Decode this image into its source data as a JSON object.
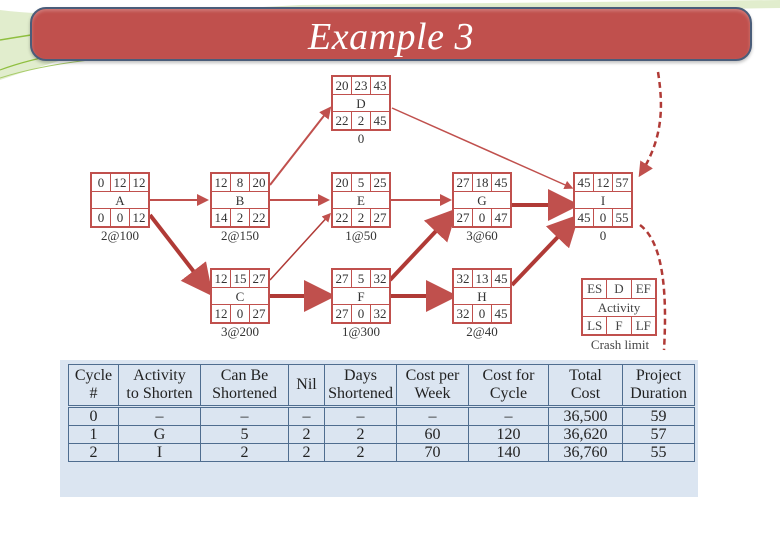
{
  "title": "Example 3",
  "nodes": [
    {
      "id": "A",
      "es": "0",
      "d": "12",
      "ef": "12",
      "ls": "0",
      "f": "0",
      "lf": "12",
      "label": "2@100"
    },
    {
      "id": "B",
      "es": "12",
      "d": "8",
      "ef": "20",
      "ls": "14",
      "f": "2",
      "lf": "22",
      "label": "2@150"
    },
    {
      "id": "C",
      "es": "12",
      "d": "15",
      "ef": "27",
      "ls": "12",
      "f": "0",
      "lf": "27",
      "label": "3@200"
    },
    {
      "id": "D",
      "es": "20",
      "d": "23",
      "ef": "43",
      "ls": "22",
      "f": "2",
      "lf": "45",
      "label": "0"
    },
    {
      "id": "E",
      "es": "20",
      "d": "5",
      "ef": "25",
      "ls": "22",
      "f": "2",
      "lf": "27",
      "label": "1@50"
    },
    {
      "id": "F",
      "es": "27",
      "d": "5",
      "ef": "32",
      "ls": "27",
      "f": "0",
      "lf": "32",
      "label": "1@300"
    },
    {
      "id": "G",
      "es": "27",
      "d": "18",
      "ef": "45",
      "ls": "27",
      "f": "0",
      "lf": "47",
      "label": "3@60"
    },
    {
      "id": "H",
      "es": "32",
      "d": "13",
      "ef": "45",
      "ls": "32",
      "f": "0",
      "lf": "45",
      "label": "2@40"
    },
    {
      "id": "I",
      "es": "45",
      "d": "12",
      "ef": "57",
      "ls": "45",
      "f": "0",
      "lf": "55",
      "label": "0"
    }
  ],
  "legend": {
    "es": "ES",
    "d": "D",
    "ef": "EF",
    "activity": "Activity",
    "ls": "LS",
    "f": "F",
    "lf": "LF",
    "caption": "Crash limit"
  },
  "table": {
    "headers": [
      [
        "Cycle",
        "#"
      ],
      [
        "Activity",
        "to Shorten"
      ],
      [
        "Can Be",
        "Shortened"
      ],
      [
        "Nil",
        ""
      ],
      [
        "Days",
        "Shortened"
      ],
      [
        "Cost per",
        "Week"
      ],
      [
        "Cost for",
        "Cycle"
      ],
      [
        "Total",
        "Cost"
      ],
      [
        "Project",
        "Duration"
      ]
    ],
    "rows": [
      [
        "0",
        "–",
        "–",
        "–",
        "–",
        "–",
        "–",
        "36,500",
        "59"
      ],
      [
        "1",
        "G",
        "5",
        "2",
        "2",
        "60",
        "120",
        "36,620",
        "57"
      ],
      [
        "2",
        "I",
        "2",
        "2",
        "2",
        "70",
        "140",
        "36,760",
        "55"
      ]
    ]
  },
  "colors": {
    "accent": "#c0504d",
    "title_border": "#4a5d7a",
    "table_bg": "#dbe5f1",
    "table_border": "#4f6d8f",
    "deco_green": "#8fbf3f"
  }
}
